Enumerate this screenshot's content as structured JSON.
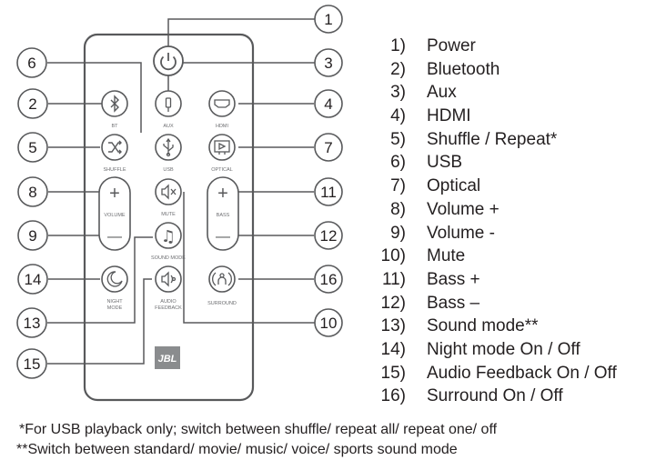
{
  "remote": {
    "logo": "JBL",
    "buttons": {
      "power": "",
      "bt": "BT",
      "aux": "AUX",
      "hdmi": "HDMI",
      "shuffle": "SHUFFLE",
      "usb": "USB",
      "optical": "OPTICAL",
      "volume": "VOLUME",
      "mute": "MUTE",
      "bass": "BASS",
      "sound_mode": "SOUND MODE",
      "night_mode_line1": "NIGHT",
      "night_mode_line2": "MODE",
      "audio_feedback_line1": "AUDIO",
      "audio_feedback_line2": "FEEDBACK",
      "surround": "SURROUND",
      "plus": "+",
      "minus": "—"
    }
  },
  "callouts": [
    "1",
    "2",
    "3",
    "4",
    "5",
    "6",
    "7",
    "8",
    "9",
    "10",
    "11",
    "12",
    "13",
    "14",
    "15",
    "16"
  ],
  "legend": [
    {
      "num": "1)",
      "label": "Power"
    },
    {
      "num": "2)",
      "label": "Bluetooth"
    },
    {
      "num": "3)",
      "label": "Aux"
    },
    {
      "num": "4)",
      "label": "HDMI"
    },
    {
      "num": "5)",
      "label": "Shuffle / Repeat*"
    },
    {
      "num": "6)",
      "label": "USB"
    },
    {
      "num": "7)",
      "label": "Optical"
    },
    {
      "num": "8)",
      "label": "Volume +"
    },
    {
      "num": "9)",
      "label": "Volume -"
    },
    {
      "num": "10)",
      "label": "Mute"
    },
    {
      "num": "11)",
      "label": "Bass +"
    },
    {
      "num": "12)",
      "label": "Bass –"
    },
    {
      "num": "13)",
      "label": "Sound mode**"
    },
    {
      "num": "14)",
      "label": "Night mode On / Off"
    },
    {
      "num": "15)",
      "label": "Audio Feedback On / Off"
    },
    {
      "num": "16)",
      "label": "Surround On / Off"
    }
  ],
  "footnotes": {
    "note1": "*For USB playback only; switch between shuffle/ repeat all/ repeat one/ off",
    "note2": "**Switch between standard/ movie/ music/ voice/ sports sound mode"
  }
}
